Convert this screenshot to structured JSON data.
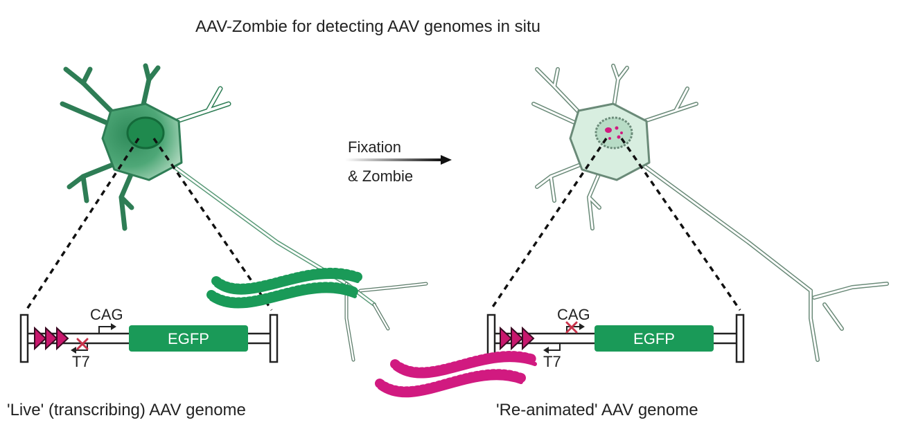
{
  "title": "AAV-Zombie for detecting AAV genomes in situ",
  "arrow": {
    "line1": "Fixation",
    "line2": "& Zombie"
  },
  "left_panel": {
    "caption": "'Live' (transcribing) AAV genome",
    "promoter": "CAG",
    "t7": "T7",
    "gene": "EGFP"
  },
  "right_panel": {
    "caption": "'Re-animated' AAV genome",
    "promoter": "CAG",
    "t7": "T7",
    "gene": "EGFP"
  },
  "colors": {
    "neuron_live": "#2e8b57",
    "neuron_fixed": "#c8e6d2",
    "egfp": "#1a9a58",
    "itr_triangles": "#c8176d",
    "mrna_green": "#1a9a58",
    "rna_magenta": "#d11a80",
    "cross": "#c8324a"
  }
}
